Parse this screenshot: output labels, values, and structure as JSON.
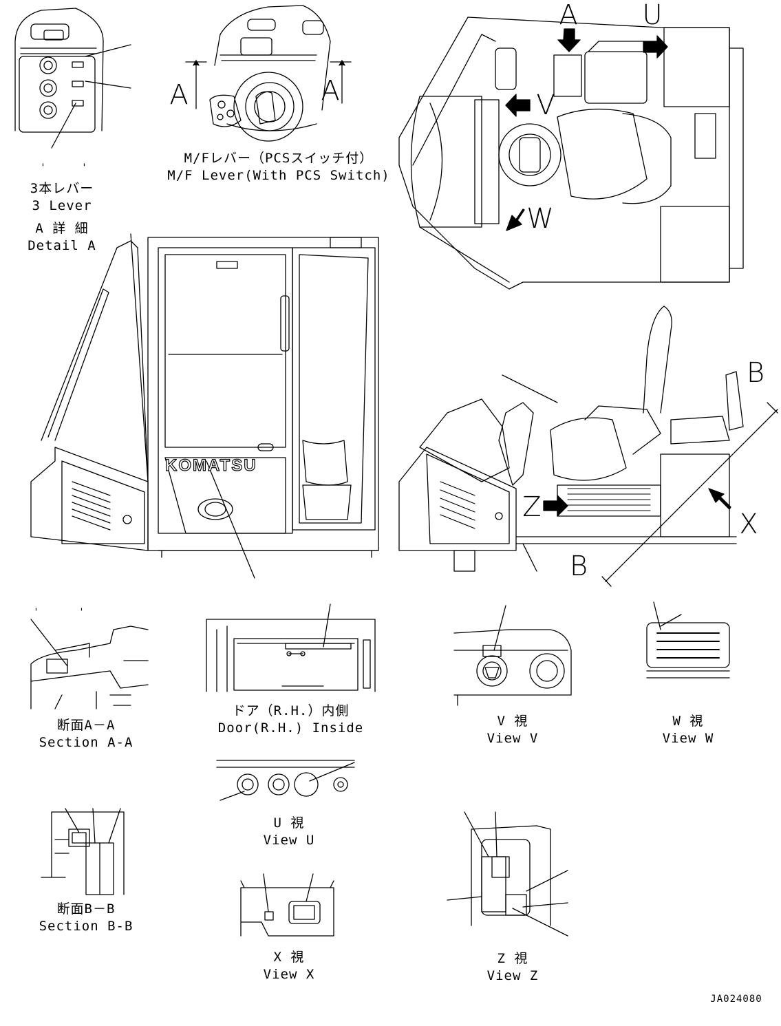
{
  "views": {
    "detail_a": {
      "title_jp": "A 詳 細",
      "title_en": "Detail A",
      "part_jp": "3本レバー",
      "part_en": "3 Lever"
    },
    "mf_lever": {
      "title_jp": "M/Fレバー（PCSスイッチ付）",
      "title_en": "M/F Lever(With PCS Switch)",
      "section_mark_left": "A",
      "section_mark_right": "A"
    },
    "top_view": {
      "arrow_a": "A",
      "arrow_u": "U",
      "arrow_v": "V",
      "arrow_w": "W"
    },
    "side_view": {
      "arrow_b_top": "B",
      "arrow_b_bottom": "B",
      "arrow_z": "Z",
      "arrow_x": "X"
    },
    "cab": {
      "brand": "KOMATSU"
    },
    "section_aa": {
      "title_jp": "断面A－A",
      "title_en": "Section A-A"
    },
    "door_inside": {
      "title_jp": "ドア（R.H.）内側",
      "title_en": "Door(R.H.) Inside"
    },
    "view_v": {
      "title_jp": "V 視",
      "title_en": "View V"
    },
    "view_w": {
      "title_jp": "W 視",
      "title_en": "View W"
    },
    "view_u": {
      "title_jp": "U 視",
      "title_en": "View U"
    },
    "section_bb": {
      "title_jp": "断面B－B",
      "title_en": "Section B-B"
    },
    "view_x": {
      "title_jp": "X 視",
      "title_en": "View X"
    },
    "view_z": {
      "title_jp": "Z 視",
      "title_en": "View Z"
    },
    "drawing_number": "JA024080",
    "tick_mark": "'"
  }
}
